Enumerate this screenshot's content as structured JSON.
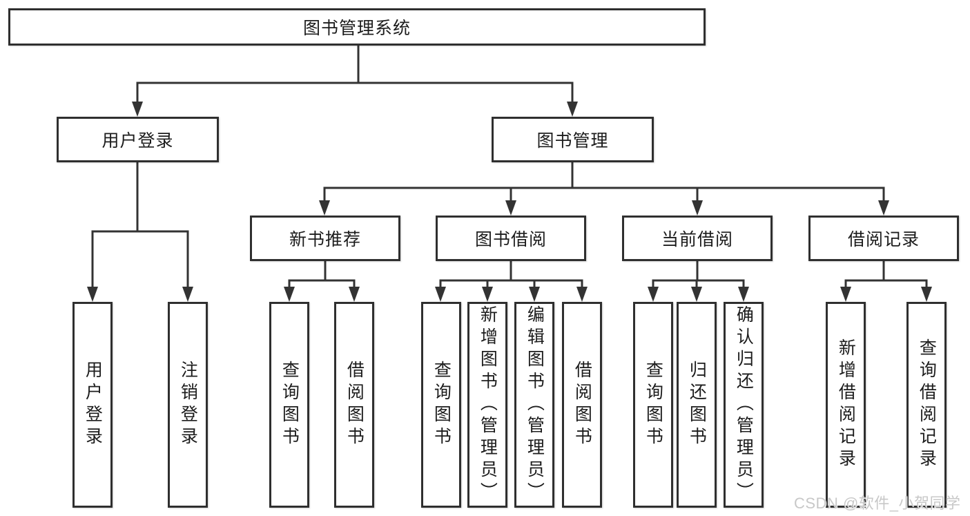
{
  "colors": {
    "line": "#333333",
    "box_border": "#2f2f2f",
    "text": "#1c1c1c",
    "background": "#ffffff",
    "watermark": "#c8c8c8"
  },
  "watermark": {
    "text": "CSDN @软件_小贺同学"
  },
  "tree": {
    "root": {
      "label": "图书管理系统",
      "children": [
        {
          "label": "用户登录",
          "children": [
            {
              "label": "用户登录"
            },
            {
              "label": "注销登录"
            }
          ]
        },
        {
          "label": "图书管理",
          "children": [
            {
              "label": "新书推荐",
              "children": [
                {
                  "label": "查询图书"
                },
                {
                  "label": "借阅图书"
                }
              ]
            },
            {
              "label": "图书借阅",
              "children": [
                {
                  "label": "查询图书"
                },
                {
                  "label": "新增图书（管理员）"
                },
                {
                  "label": "编辑图书（管理员）"
                },
                {
                  "label": "借阅图书"
                }
              ]
            },
            {
              "label": "当前借阅",
              "children": [
                {
                  "label": "查询图书"
                },
                {
                  "label": "归还图书"
                },
                {
                  "label": "确认归还（管理员）"
                }
              ]
            },
            {
              "label": "借阅记录",
              "children": [
                {
                  "label": "新增借阅记录"
                },
                {
                  "label": "查询借阅记录"
                }
              ]
            }
          ]
        }
      ]
    }
  }
}
